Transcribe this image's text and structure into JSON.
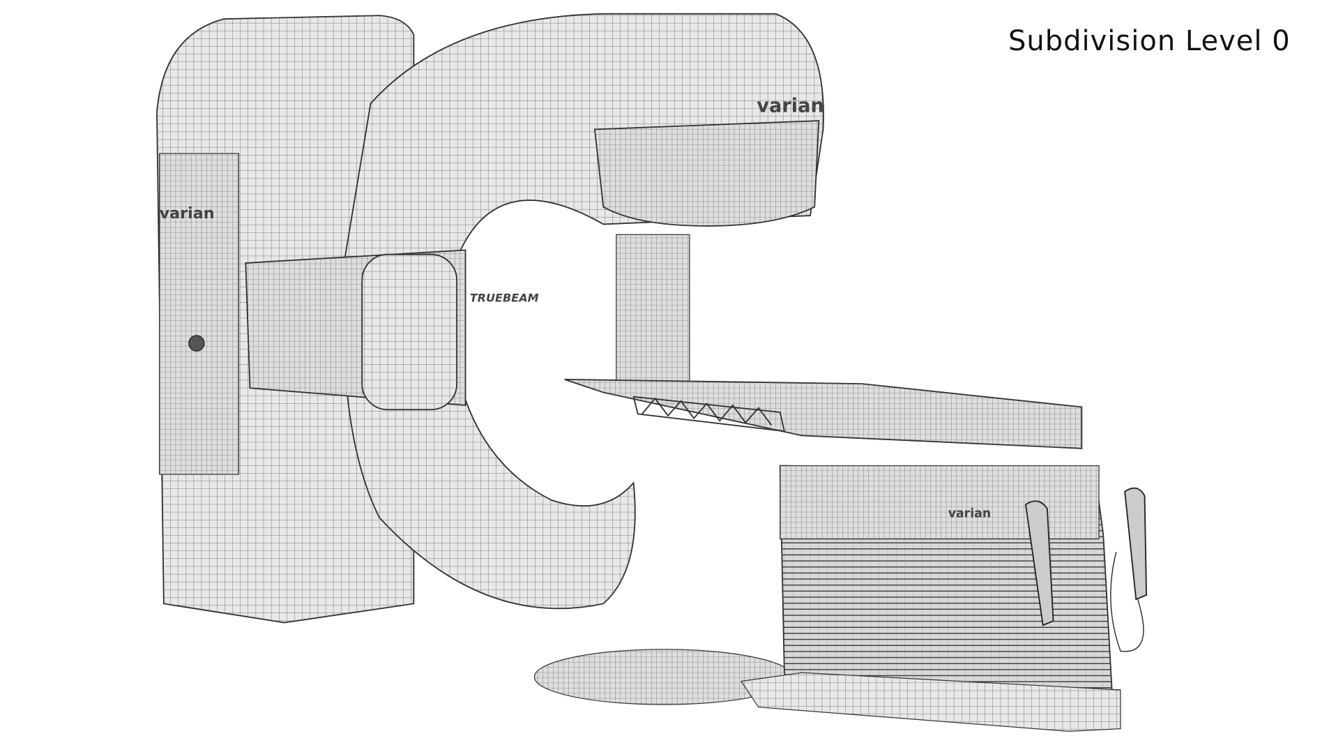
{
  "caption": "Subdivision Level 0",
  "logos": {
    "gantry_top": "varian",
    "stand_side": "varian",
    "couch": "varian",
    "gantry_ring": "TRUEBEAM"
  },
  "colors": {
    "background": "#ffffff",
    "surface": "#e6e6e6",
    "wire": "#3a3a3a"
  }
}
